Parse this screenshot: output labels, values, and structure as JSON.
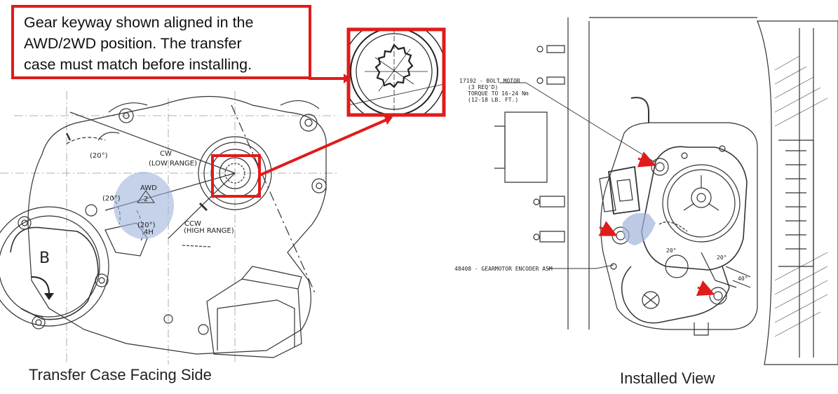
{
  "callout": {
    "line1": "Gear keyway shown aligned in the",
    "line2": "AWD/2WD position. The transfer",
    "line3": "case must match before installing."
  },
  "left_view": {
    "caption": "Transfer Case Facing Side",
    "angle_a": "(20°)",
    "angle_b": "(20°)",
    "angle_c": "(20°)",
    "cw_label": "CW",
    "low_range": "(LOW RANGE)",
    "awd_label": "AWD",
    "awd_num": "2",
    "ccw_label": "CCW",
    "high_range": "(HIGH RANGE)",
    "fourh_label": "4H",
    "b_label": "B"
  },
  "right_view": {
    "caption": "Installed View",
    "bolt_note_1": "17192 - BOLT MOTOR",
    "bolt_note_2": "(3 REQ'D)",
    "bolt_note_3": "TORQUE TO 16-24 Nm",
    "bolt_note_4": "(12-18 LB. FT.)",
    "encoder_note": "48408 - GEARMOTOR ENCODER ASM",
    "angle_20a": "20°",
    "angle_20b": "20°",
    "angle_40": "40°"
  },
  "colors": {
    "accent_red": "#e11b1b",
    "highlight_blue": "#9fb4dc"
  }
}
